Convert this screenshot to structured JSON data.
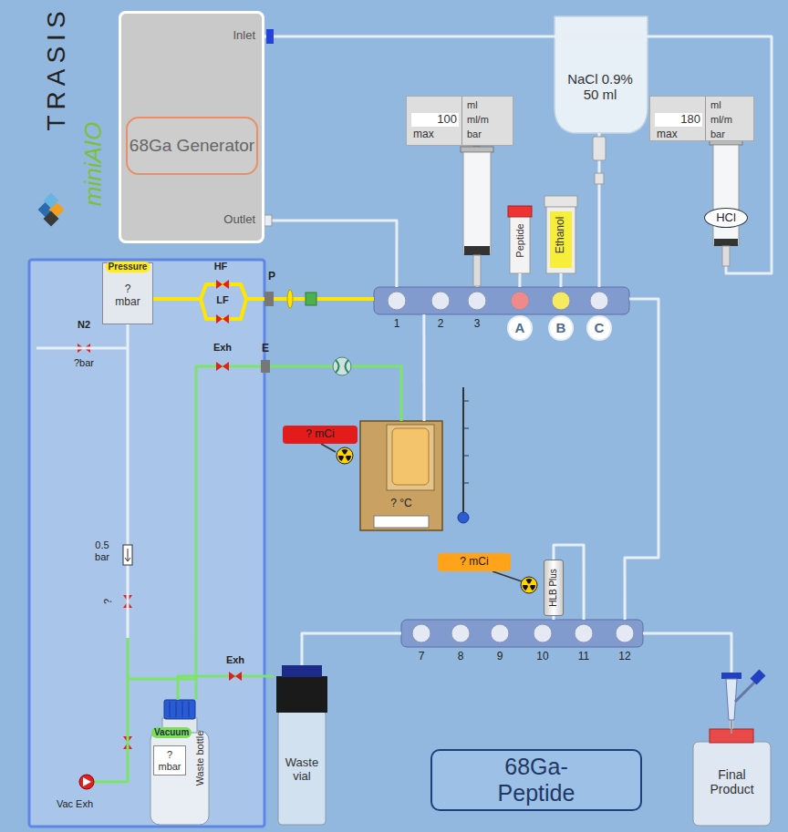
{
  "diagram": {
    "nodes": [
      {
        "text": [
          "Inlet",
          "Outlet"
        ]
      },
      {
        "text": [
          "68Ga Generator"
        ],
        "in": 0
      },
      {
        "text": [
          "100",
          "max",
          "ml",
          "ml/m",
          "bar"
        ]
      },
      {
        "text": [
          "NaCl 0.9% 50 ml"
        ]
      },
      {
        "text": [
          "Peptide"
        ]
      },
      {
        "text": [
          "Ethanol"
        ]
      },
      {
        "text": [
          "A"
        ]
      },
      {
        "text": [
          "B"
        ]
      },
      {
        "text": [
          "C"
        ]
      },
      {
        "text": [
          "180",
          "max",
          "ml",
          "ml/m",
          "bar"
        ]
      },
      {
        "text": [
          "HCl"
        ]
      },
      {
        "text": [
          "1",
          "2",
          "3"
        ]
      },
      {
        "text": [
          "Pressure",
          "? mbar"
        ]
      },
      {
        "text": [
          "? mCi"
        ]
      },
      {
        "text": [
          "? °C"
        ]
      },
      {
        "text": [
          "? mCi"
        ]
      },
      {
        "text": [
          "HLB Plus"
        ]
      },
      {
        "text": [
          "7",
          "8",
          "9",
          "10",
          "11",
          "12"
        ]
      },
      {
        "text": [
          "Waste vial"
        ]
      },
      {
        "text": [
          "Vacuum",
          "? mbar",
          "Waste bottle"
        ]
      },
      {
        "text": [
          "Final Product"
        ]
      },
      {
        "text": [
          "68Ga- Peptide"
        ]
      }
    ],
    "edges": [
      {
        "from": 0,
        "to": 11,
        "arrow": "none"
      },
      {
        "from": 10,
        "to": 0,
        "arrow": "none"
      },
      {
        "from": 2,
        "to": 11,
        "arrow": "none"
      },
      {
        "from": 4,
        "to": 11,
        "arrow": "none"
      },
      {
        "from": 5,
        "to": 11,
        "arrow": "none"
      },
      {
        "from": 3,
        "to": 11,
        "arrow": "none"
      },
      {
        "from": 12,
        "to": 11,
        "arrow": "none"
      },
      {
        "from": 11,
        "to": 14,
        "arrow": "none"
      },
      {
        "from": 11,
        "to": 17,
        "arrow": "none"
      },
      {
        "from": 14,
        "to": 19,
        "arrow": "none"
      },
      {
        "from": 16,
        "to": 17,
        "arrow": "none"
      },
      {
        "from": 16,
        "to": 17,
        "arrow": "none"
      },
      {
        "from": 17,
        "to": 18,
        "arrow": "none"
      },
      {
        "from": 17,
        "to": 20,
        "arrow": "none"
      },
      {
        "from": 18,
        "to": 19,
        "arrow": "none"
      }
    ],
    "labels": [
      "TRASIS",
      "miniAIO",
      "HF",
      "LF",
      "P",
      "N2",
      "?bar",
      "Exh",
      "E",
      "0.5 bar",
      "?",
      "Exh",
      "Vac Exh"
    ]
  }
}
